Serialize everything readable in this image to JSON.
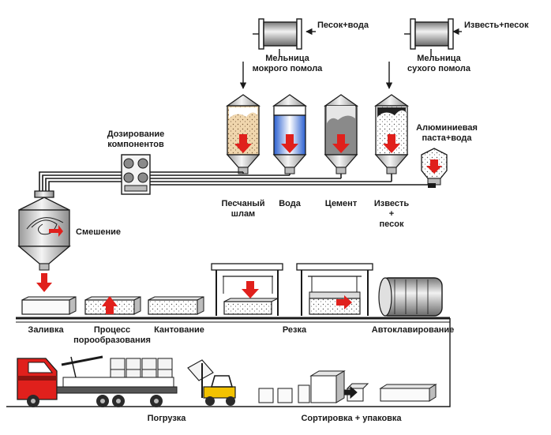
{
  "mills": {
    "wet": {
      "input": "Песок+вода",
      "name_line1": "Мельница",
      "name_line2": "мокрого помола"
    },
    "dry": {
      "input": "Известь+песок",
      "name_line1": "Мельница",
      "name_line2": "сухого помола"
    }
  },
  "silos": [
    {
      "line1": "Песчаный",
      "line2": "шлам",
      "line3": ""
    },
    {
      "line1": "Вода",
      "line2": "",
      "line3": ""
    },
    {
      "line1": "Цемент",
      "line2": "",
      "line3": ""
    },
    {
      "line1": "Известь",
      "line2": "+",
      "line3": "песок"
    }
  ],
  "aluminium": {
    "line1": "Алюминиевая",
    "line2": "паста+вода"
  },
  "dosing": {
    "line1": "Дозирование",
    "line2": "компонентов"
  },
  "mixing": {
    "label": "Смешение"
  },
  "process": {
    "pouring": "Заливка",
    "pore_line1": "Процесс",
    "pore_line2": "порообразования",
    "tilting": "Кантование",
    "cutting": "Резка",
    "autoclave": "Автоклавирование"
  },
  "bottom": {
    "loading": "Погрузка",
    "sorting": "Сортировка + упаковка"
  },
  "colors": {
    "arrow": "#e0201c",
    "line": "#1a1a1a",
    "sand": "#e8c79a",
    "water": "#2a5fd0",
    "cement": "#8a8a8a",
    "steel": "#c8c8c8",
    "forklift": "#f2c200"
  }
}
